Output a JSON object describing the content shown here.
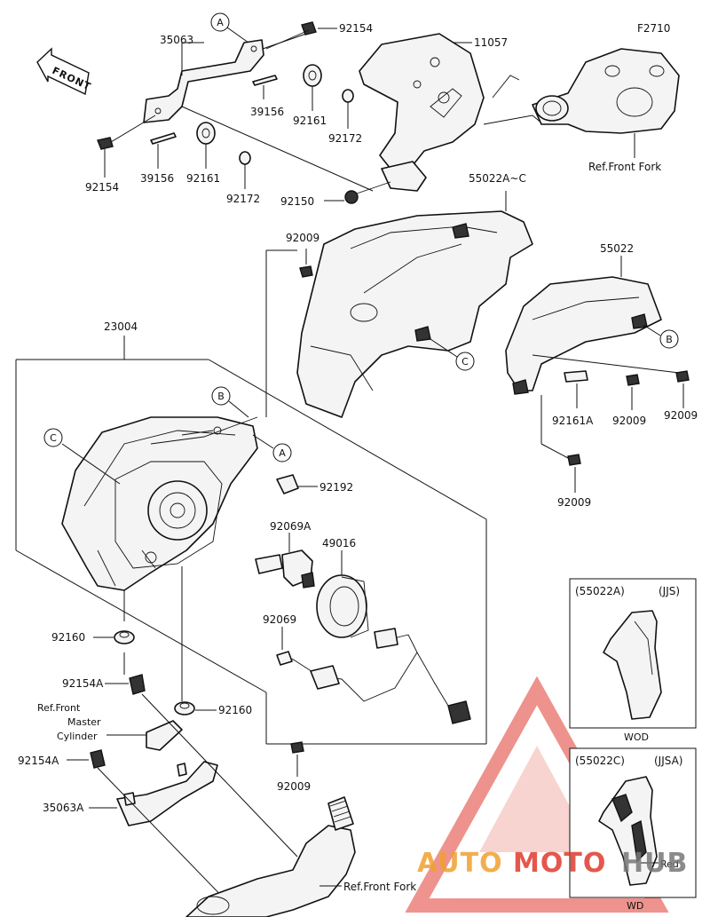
{
  "figure_code": "F2710",
  "front_label": "FRONT",
  "callouts": {
    "a": "A",
    "b": "B",
    "c": "C"
  },
  "parts": {
    "p35063": "35063",
    "p92154": "92154",
    "p11057": "11057",
    "p39156": "39156",
    "p92161": "92161",
    "p92172": "92172",
    "p92150": "92150",
    "p55022ac": "55022A~C",
    "p55022": "55022",
    "p92009": "92009",
    "p23004": "23004",
    "p92161a": "92161A",
    "p92192": "92192",
    "p92069a": "92069A",
    "p49016": "49016",
    "p92069": "92069",
    "p92160": "92160",
    "p92154a": "92154A",
    "p35063a": "35063A"
  },
  "refs": {
    "front_fork": "Ref.Front Fork",
    "master_cyl_1": "Ref.Front",
    "master_cyl_2": "Master",
    "master_cyl_3": "Cylinder"
  },
  "inset_a": {
    "code": "(55022A)",
    "market": "(JJS)",
    "color": "WOD"
  },
  "inset_c": {
    "code": "(55022C)",
    "market": "(JJSA)",
    "color": "WD",
    "color_note": "Red"
  },
  "watermark": {
    "part1": "AUTO",
    "part2": "MOTO",
    "part3": "HUB"
  },
  "colors": {
    "ink": "#111111",
    "watermark_red": "#e03a2f",
    "watermark_orange": "#f0a030",
    "watermark_grey": "#777777"
  }
}
